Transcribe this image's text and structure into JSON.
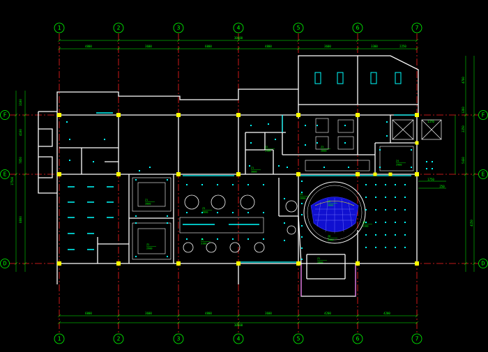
{
  "drawing": {
    "background": "#000000",
    "wall_color": "#ffffff",
    "axis_color": "#ff2020",
    "bubble_color": "#00ff00",
    "dim_color": "#00ff00",
    "fixture_color": "#00ffff",
    "column_color": "#ffff00",
    "ceiling_color": "#0000ff",
    "stair_color": "#ff00ff"
  },
  "grid": {
    "columns": [
      "1",
      "2",
      "3",
      "4",
      "5",
      "6",
      "7"
    ],
    "rows": [
      "F",
      "E",
      "D"
    ]
  },
  "dimensions": {
    "top_total": "30600",
    "top_spans": [
      "4800",
      "3600",
      "6000",
      "4800",
      "3600",
      "3300",
      "2250"
    ],
    "bottom_total": "30600",
    "bottom_spans": [
      "6000",
      "3600",
      "4800",
      "3600",
      "4200",
      "4200"
    ],
    "left": [
      "3100",
      "4100",
      "7850",
      "8800"
    ],
    "left_total": "17500",
    "right": [
      "4700",
      "1260",
      "2250",
      "5430",
      "4150"
    ],
    "small_right": [
      "1370",
      "1750",
      "250"
    ]
  },
  "room_tags": [
    "Z1",
    "Z2",
    "Z3",
    "Z4",
    "Z5",
    "Z6"
  ],
  "ceiling_heights": [
    "2800",
    "2900",
    "3000",
    "3100"
  ]
}
